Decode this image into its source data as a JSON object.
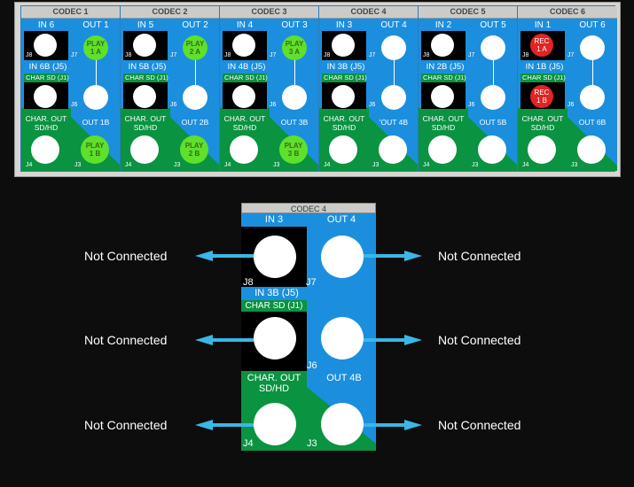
{
  "colors": {
    "panel_blue": "#1b8fde",
    "green_zone": "#0a9341",
    "play_green": "#5fe02a",
    "rec_red": "#e02424",
    "arrow_cyan": "#3ab7e6",
    "header_gray": "#cdcbc8"
  },
  "codecs": [
    {
      "title": "CODEC 1",
      "in": "IN 6",
      "out": "OUT 1",
      "in_b": "IN 6B (J5)",
      "char_sd": "CHAR SD (J1)",
      "char_out": "CHAR. OUT",
      "char_out2": "SD/HD",
      "out_b": "OUT 1B",
      "j8": "J8",
      "j7": "J7",
      "j6": "J6",
      "j4": "J4",
      "j3": "J3",
      "out_a_badge": "PLAY 1 A",
      "out_b_badge": "PLAY 1 B",
      "in_a_badge": "",
      "in_b_badge": ""
    },
    {
      "title": "CODEC 2",
      "in": "IN 5",
      "out": "OUT 2",
      "in_b": "IN 5B (J5)",
      "char_sd": "CHAR SD (J1)",
      "char_out": "CHAR. OUT",
      "char_out2": "SD/HD",
      "out_b": "OUT 2B",
      "j8": "J8",
      "j7": "J7",
      "j6": "J6",
      "j4": "J4",
      "j3": "J3",
      "out_a_badge": "PLAY 2 A",
      "out_b_badge": "PLAY 2 B",
      "in_a_badge": "",
      "in_b_badge": ""
    },
    {
      "title": "CODEC 3",
      "in": "IN 4",
      "out": "OUT 3",
      "in_b": "IN 4B (J5)",
      "char_sd": "CHAR SD (J1)",
      "char_out": "CHAR. OUT",
      "char_out2": "SD/HD",
      "out_b": "OUT 3B",
      "j8": "J8",
      "j7": "J7",
      "j6": "J6",
      "j4": "J4",
      "j3": "J3",
      "out_a_badge": "PLAY 3 A",
      "out_b_badge": "PLAY 3 B",
      "in_a_badge": "",
      "in_b_badge": ""
    },
    {
      "title": "CODEC 4",
      "in": "IN 3",
      "out": "OUT 4",
      "in_b": "IN 3B (J5)",
      "char_sd": "CHAR SD (J1)",
      "char_out": "CHAR. OUT",
      "char_out2": "SD/HD",
      "out_b": "'OUT 4B",
      "j8": "J8",
      "j7": "J7",
      "j6": "J6",
      "j4": "J4",
      "j3": "J3",
      "out_a_badge": "",
      "out_b_badge": "",
      "in_a_badge": "",
      "in_b_badge": ""
    },
    {
      "title": "CODEC 5",
      "in": "IN 2",
      "out": "OUT 5",
      "in_b": "IN 2B (J5)",
      "char_sd": "CHAR SD (J1)",
      "char_out": "CHAR. OUT",
      "char_out2": "SD/HD",
      "out_b": "OUT 5B",
      "j8": "J8",
      "j7": "J7",
      "j6": "J6",
      "j4": "J4",
      "j3": "J3",
      "out_a_badge": "",
      "out_b_badge": "",
      "in_a_badge": "",
      "in_b_badge": ""
    },
    {
      "title": "CODEC 6",
      "in": "IN 1",
      "out": "OUT 6",
      "in_b": "IN 1B (J5)",
      "char_sd": "CHAR SD (J1)",
      "char_out": "CHAR. OUT",
      "char_out2": "SD/HD",
      "out_b": "OUT 6B",
      "j8": "J8",
      "j7": "J7",
      "j6": "J6",
      "j4": "J4",
      "j3": "J3",
      "out_a_badge": "",
      "out_b_badge": "",
      "in_a_badge": "REC 1 A",
      "in_b_badge": "REC 1 B"
    }
  ],
  "detail": {
    "title": "CODEC 4",
    "in": "IN 3",
    "out": "OUT 4",
    "in_b": "IN 3B (J5)",
    "char_sd": "CHAR SD (J1)",
    "char_out": "CHAR. OUT",
    "char_out2": "SD/HD",
    "out_b": "OUT 4B",
    "j8": "J8",
    "j7": "J7",
    "j6": "J6",
    "j4": "J4",
    "j3": "J3",
    "connections": {
      "in_a": "Not Connected",
      "out_a": "Not Connected",
      "in_b": "Not Connected",
      "out_b": "Not Connected",
      "char_out": "Not Connected",
      "out_b2": "Not Connected"
    }
  }
}
